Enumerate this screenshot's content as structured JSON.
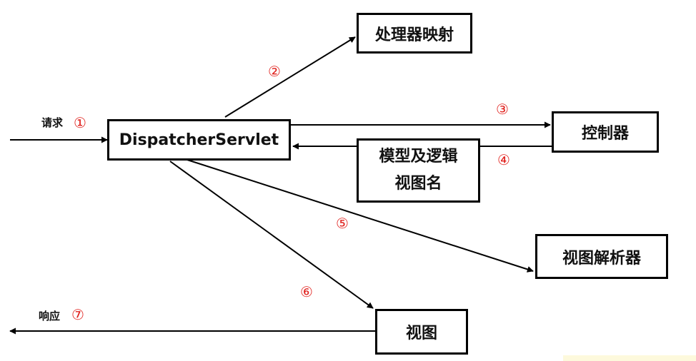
{
  "nodes": {
    "dispatcher": "DispatcherServlet",
    "handler_mapping": "处理器映射",
    "controller": "控制器",
    "model_view_line1": "模型及逻辑",
    "model_view_line2": "视图名",
    "view_resolver": "视图解析器",
    "view": "视图"
  },
  "labels": {
    "request": "请求",
    "response": "响应"
  },
  "steps": {
    "s1": "①",
    "s2": "②",
    "s3": "③",
    "s4": "④",
    "s5": "⑤",
    "s6": "⑥",
    "s7": "⑦"
  },
  "colors": {
    "step": "#e0201c",
    "line": "#000000"
  }
}
